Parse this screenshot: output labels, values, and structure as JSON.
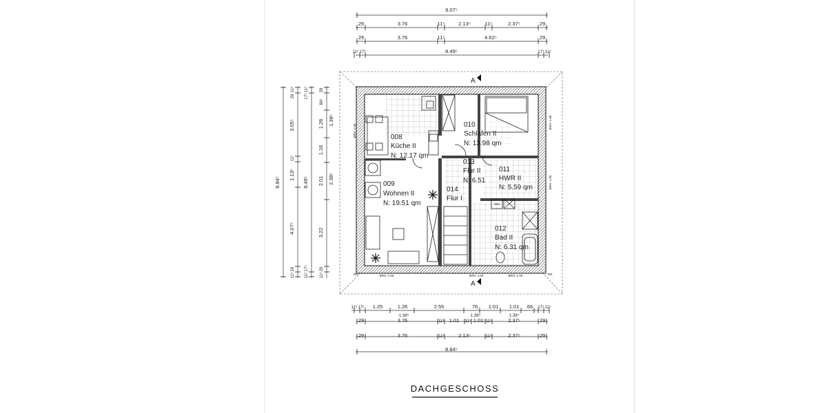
{
  "title": "DACHGESCHOSS",
  "rooms": [
    {
      "number": "008",
      "name": "Küche II",
      "area": "N:  12.17  qm"
    },
    {
      "number": "010",
      "name": "Schlafen II",
      "area": "N:  13.98  qm"
    },
    {
      "number": "009",
      "name": "Wohnen II",
      "area": "N:  19.51  qm"
    },
    {
      "number": "013",
      "name": "Flur II",
      "area": "N:  6.51"
    },
    {
      "number": "014",
      "name": "Flur I",
      "area": ""
    },
    {
      "number": "011",
      "name": "HWR II",
      "area": "N:  5.59  qm"
    },
    {
      "number": "012",
      "name": "Bad II",
      "area": "N:  6.31  qm"
    }
  ],
  "section_marks": {
    "top": "A",
    "bottom": "A"
  },
  "labels": {
    "brh_top_left": "BRH: 1.00",
    "brh_right": "BRH: 1.00",
    "brh_right_2": "BRH: 1.00",
    "brh_bottom_1": "BRH: 1.00",
    "brh_bottom_2": "BRH: 1.00",
    "brh_bottom_3": "BRH: 1.00",
    "rr": "RR",
    "wm": "WM"
  },
  "dimensions_top": {
    "overall": "9.07⁵",
    "row1": [
      "29",
      "3.76",
      "11⁵",
      "2.13⁵",
      "11⁵",
      "2.37⁵",
      "29"
    ],
    "row2": [
      "29",
      "3.76",
      "11⁵",
      "4.62⁵",
      "29"
    ],
    "row3": [
      "11⁵",
      "17⁵",
      "8.49⁵",
      "17⁵",
      "11⁵"
    ]
  },
  "dimensions_bottom": {
    "row1": [
      "11⁵",
      "17⁵",
      "1.25",
      "1.26",
      "2.55",
      "76",
      "1.01",
      "1.01",
      "66",
      "17⁵",
      "11⁵"
    ],
    "row1_sub": [
      "1.38⁵",
      "1.38⁵",
      "1.38⁵"
    ],
    "row2": [
      "29",
      "3.76",
      "11⁵",
      "1.01",
      "11⁵",
      "1.01",
      "11⁵",
      "2.37⁵",
      "29"
    ],
    "row3": [
      "29",
      "3.76",
      "11⁵",
      "2.13⁵",
      "11⁵",
      "2.37⁵",
      "29"
    ],
    "overall": "8.84⁵"
  },
  "dimensions_left": {
    "overall": "8.84⁵",
    "col2": [
      "11⁵",
      "29",
      "3.05⁵",
      "11⁵",
      "1.13⁵",
      "4.07⁵",
      "29",
      "11⁵"
    ],
    "col3": [
      "11⁵",
      "17⁵",
      "8.49⁵",
      "17⁵",
      "11⁵"
    ],
    "col4": [
      "29",
      "84⁵",
      "1.38⁵",
      "1.26",
      "1.16",
      "2.01",
      "2.38⁵",
      "3.22",
      "29",
      "11⁵"
    ]
  }
}
